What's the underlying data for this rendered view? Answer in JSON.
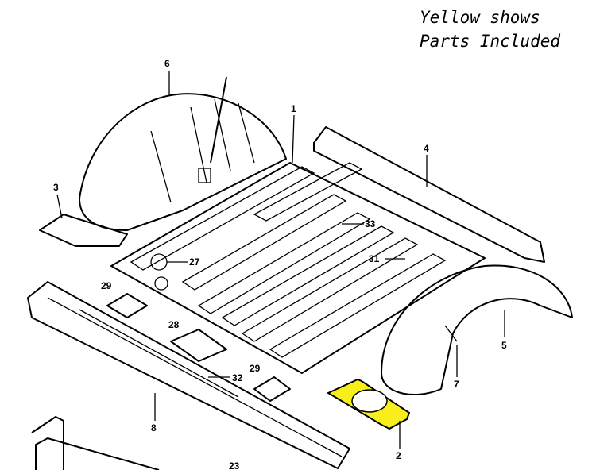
{
  "legend": {
    "line1": "Yellow shows",
    "line2": "Parts Included"
  },
  "highlight_color": "#f7ee1c",
  "callouts": {
    "floor_panel": "1",
    "bracket_included": "2",
    "side_plate": "3",
    "rear_crossmember": "4",
    "right_wheelhouse": "5",
    "left_wheelhouse": "6",
    "clip": "7",
    "side_sill": "8",
    "front_frame": "23",
    "plug_large": "27",
    "gusset": "28",
    "bracket_a": "29",
    "bracket_b": "29",
    "plug_31": "31",
    "bolt_32": "32",
    "plug_33": "33"
  }
}
